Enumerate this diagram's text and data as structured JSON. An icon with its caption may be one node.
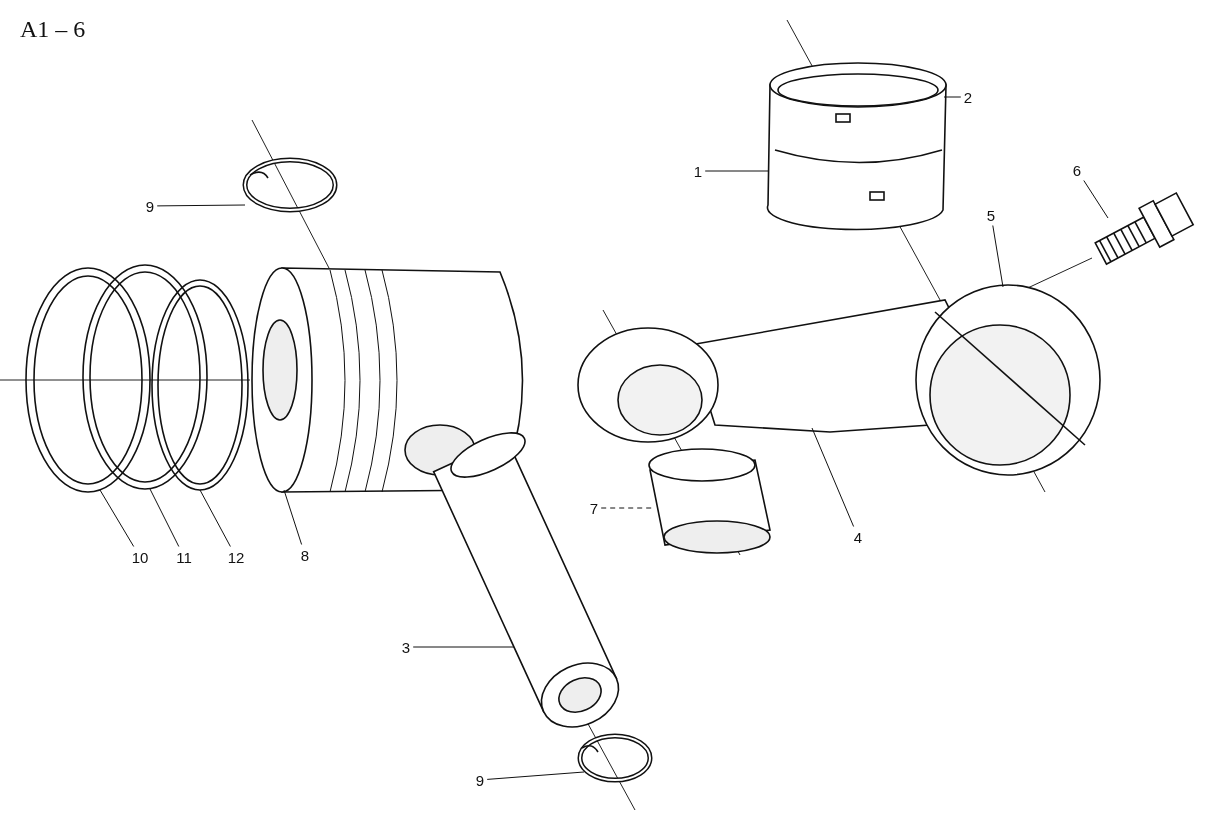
{
  "diagram": {
    "title": "A1 – 6",
    "nodes": [
      {
        "text": [
          "1"
        ]
      },
      {
        "text": [
          "2"
        ]
      },
      {
        "text": [],
        "shape": "picture"
      },
      {
        "text": [
          "6"
        ]
      },
      {
        "text": [],
        "shape": "picture"
      },
      {
        "text": [
          "9"
        ]
      },
      {
        "text": [],
        "shape": "picture"
      },
      {
        "text": [
          "5"
        ]
      },
      {
        "text": [],
        "shape": "picture"
      },
      {
        "text": [],
        "shape": "picture"
      },
      {
        "text": [],
        "shape": "picture"
      },
      {
        "text": [],
        "shape": "picture"
      },
      {
        "text": [],
        "shape": "picture"
      },
      {
        "text": [
          "7"
        ]
      },
      {
        "text": [],
        "shape": "picture"
      },
      {
        "text": [
          "4"
        ]
      },
      {
        "text": [
          "10"
        ]
      },
      {
        "text": [
          "11"
        ]
      },
      {
        "text": [
          "12"
        ]
      },
      {
        "text": [
          "8"
        ]
      },
      {
        "text": [],
        "shape": "picture"
      },
      {
        "text": [
          "3"
        ]
      },
      {
        "text": [],
        "shape": "picture"
      },
      {
        "text": [
          "9"
        ]
      }
    ],
    "edges": [
      {
        "from": 0,
        "to": 2,
        "arrow": "none"
      },
      {
        "from": 1,
        "to": 2,
        "arrow": "none"
      },
      {
        "from": 3,
        "to": 4,
        "arrow": "none"
      },
      {
        "from": 5,
        "to": 6,
        "arrow": "none"
      },
      {
        "from": 7,
        "to": 8,
        "arrow": "none"
      },
      {
        "from": 13,
        "to": 14,
        "arrow": "none",
        "style": "dashed"
      },
      {
        "from": 15,
        "to": 8,
        "arrow": "none"
      },
      {
        "from": 16,
        "to": 9,
        "arrow": "none"
      },
      {
        "from": 17,
        "to": 10,
        "arrow": "none"
      },
      {
        "from": 18,
        "to": 11,
        "arrow": "none"
      },
      {
        "from": 19,
        "to": 12,
        "arrow": "none"
      },
      {
        "from": 21,
        "to": 20,
        "arrow": "none"
      },
      {
        "from": 23,
        "to": 22,
        "arrow": "none"
      }
    ]
  }
}
